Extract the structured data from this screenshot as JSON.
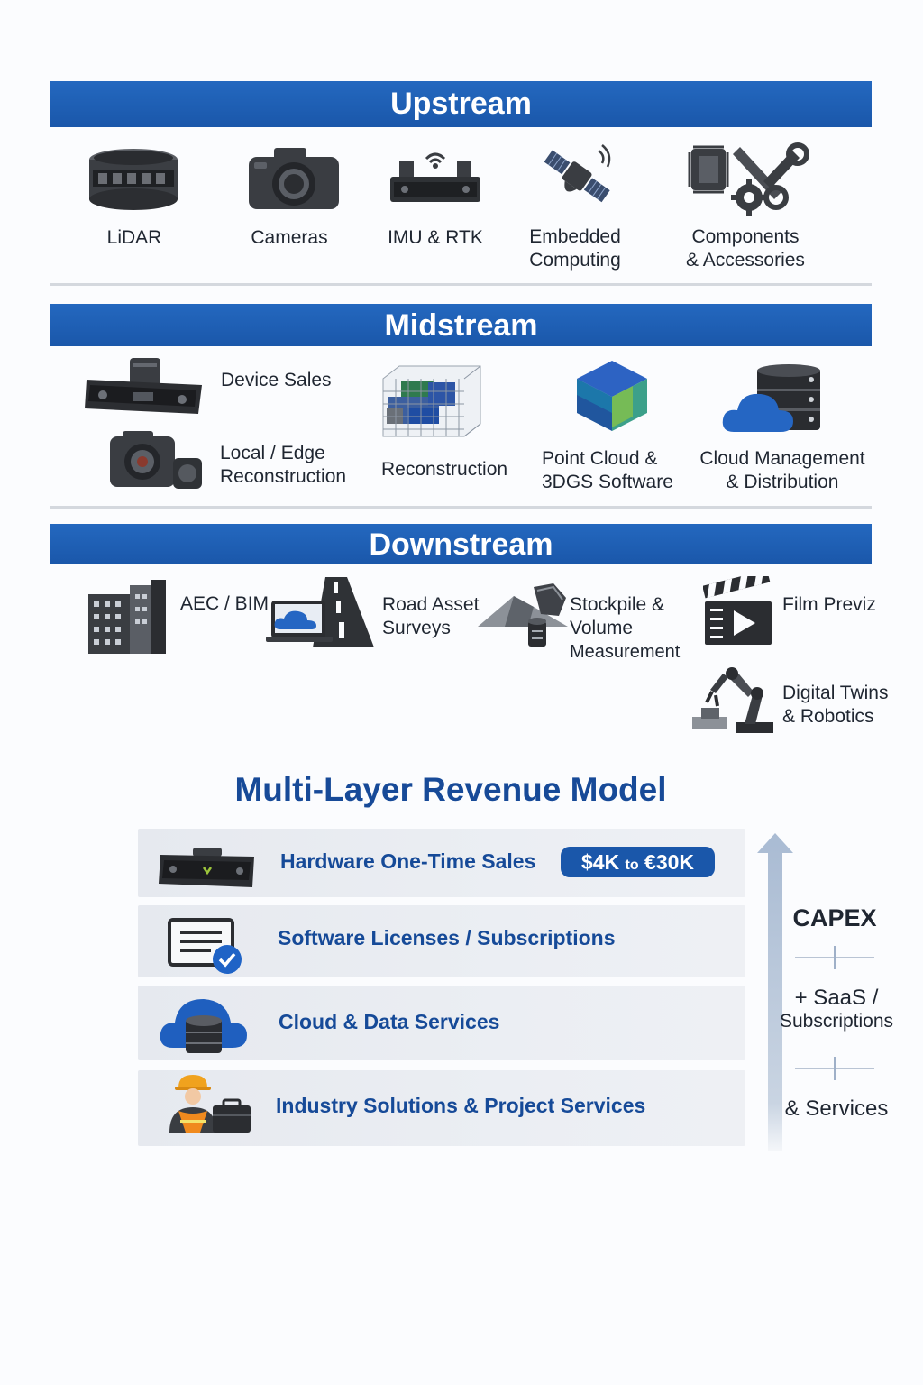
{
  "upstream": {
    "title": "Upstream",
    "items": [
      {
        "label": "LiDAR",
        "icon": "lidar-icon"
      },
      {
        "label": "Cameras",
        "icon": "camera-icon"
      },
      {
        "label": "IMU & RTK",
        "icon": "imu-rtk-icon"
      },
      {
        "label_line1": "Embedded",
        "label_line2": "Computing",
        "icon": "satellite-icon"
      },
      {
        "label_line1": "Components",
        "label_line2": "& Accessories",
        "icon": "components-icon"
      }
    ]
  },
  "midstream": {
    "title": "Midstream",
    "items": [
      {
        "label": "Device Sales",
        "icon": "scanner-device-icon"
      },
      {
        "label_line1": "Local / Edge",
        "label_line2": "Reconstruction",
        "icon": "edge-camera-icon"
      },
      {
        "label": "Reconstruction",
        "icon": "voxel-grid-icon"
      },
      {
        "label_line1": "Point Cloud &",
        "label_line2": "3DGS Software",
        "icon": "cube-icon"
      },
      {
        "label_line1": "Cloud Management",
        "label_line2": "& Distribution",
        "icon": "cloud-database-icon"
      }
    ]
  },
  "downstream": {
    "title": "Downstream",
    "items": [
      {
        "label": "AEC / BIM",
        "icon": "building-icon"
      },
      {
        "label_line1": "Road Asset",
        "label_line2": "Surveys",
        "icon": "road-icon"
      },
      {
        "label_line1": "Stockpile &",
        "label_line2": "Volume",
        "label_line3": "Measurement",
        "icon": "stockpile-icon"
      },
      {
        "label": "Film Previz",
        "icon": "clapperboard-icon"
      },
      {
        "label_line1": "Digital Twins",
        "label_line2": "& Robotics",
        "icon": "robot-arm-icon"
      }
    ]
  },
  "revenue": {
    "title": "Multi-Layer Revenue Model",
    "rows": [
      {
        "label": "Hardware One-Time Sales",
        "icon": "scanner-icon"
      },
      {
        "label": "Software Licenses / Subscriptions",
        "icon": "license-icon"
      },
      {
        "label": "Cloud & Data Services",
        "icon": "cloud-data-icon"
      },
      {
        "label": "Industry Solutions & Project Services",
        "icon": "worker-briefcase-icon"
      }
    ],
    "price": {
      "from": "$4K",
      "to_word": "to",
      "to": "€30K"
    },
    "side": {
      "capex": "CAPEX",
      "saas_line1": "+ SaaS /",
      "saas_line2": "Subscriptions",
      "services": "& Services"
    }
  },
  "colors": {
    "brand_blue": "#1a57aa",
    "title_blue": "#174a98",
    "icon_dark": "#3a3d42"
  }
}
